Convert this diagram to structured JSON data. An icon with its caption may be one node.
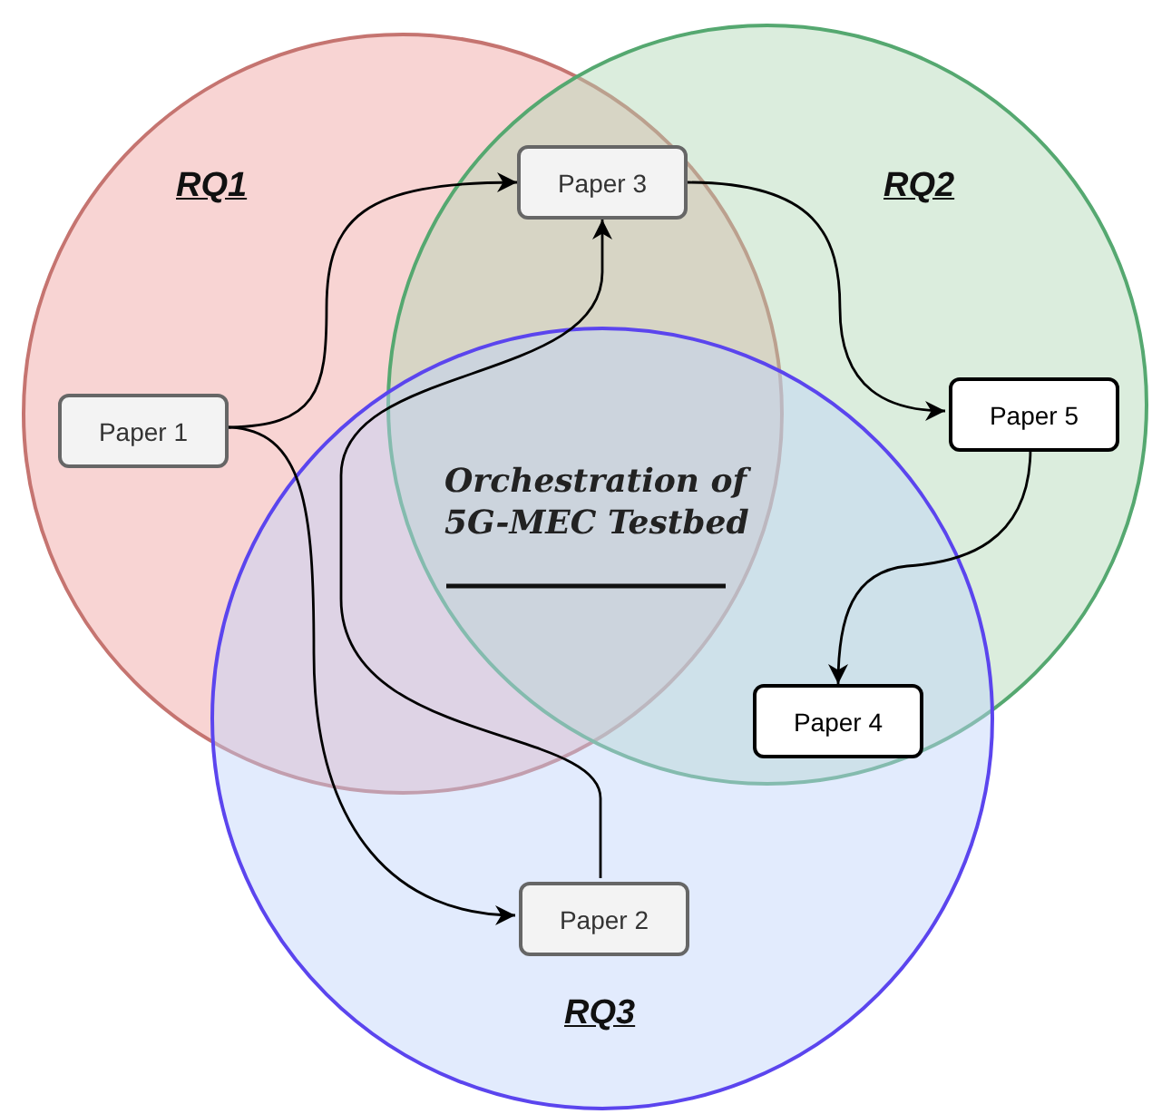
{
  "diagram": {
    "nodes": [
      {
        "text": [
          "RQ1"
        ]
      },
      {
        "text": [
          "Paper 1"
        ],
        "in": 0
      },
      {
        "text": [
          "Paper 3"
        ]
      },
      {
        "text": [
          "RQ2"
        ]
      },
      {
        "text": [
          "Paper 5"
        ],
        "in": 3
      },
      {
        "text": [
          "RQ3"
        ]
      },
      {
        "text": [
          "Paper 4"
        ]
      },
      {
        "text": [
          "Paper 2"
        ],
        "in": 5
      }
    ],
    "edges": [
      {
        "from": 1,
        "to": 2,
        "arrow": "to"
      },
      {
        "from": 1,
        "to": 7,
        "arrow": "to"
      },
      {
        "from": 7,
        "to": 2,
        "arrow": "to"
      },
      {
        "from": 2,
        "to": 4,
        "arrow": "to"
      },
      {
        "from": 4,
        "to": 6,
        "arrow": "to"
      }
    ],
    "labels": [
      "Orchestration of 5G-MEC Testbed"
    ]
  }
}
